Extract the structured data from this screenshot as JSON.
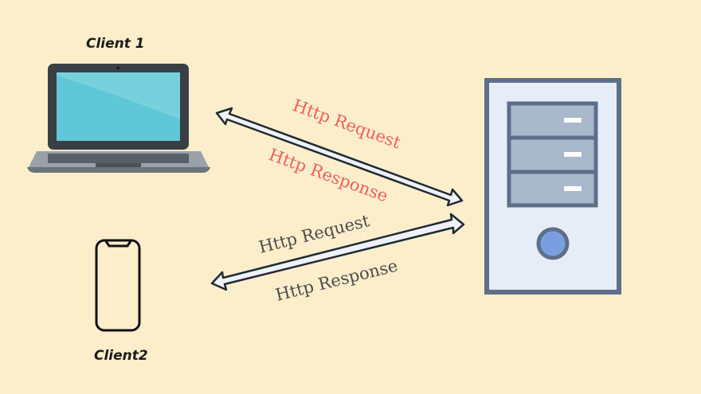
{
  "diagram": {
    "client1_label": "Client 1",
    "client2_label": "Client2",
    "arrow1": {
      "request_label": "Http Request",
      "response_label": "Http Response"
    },
    "arrow2": {
      "request_label": "Http Request",
      "response_label": "Http Response"
    }
  },
  "colors": {
    "background": "#fdeecb",
    "request_response_red": "#f0605c",
    "request_response_gray": "#4d4d4d",
    "server_outline": "#5d6f88",
    "server_body": "#e6edf6",
    "server_drive": "#aab8cc",
    "power_button": "#7a9fe0",
    "laptop_screen": "#5fc7d5",
    "arrow_fill": "#eef1f6",
    "arrow_stroke": "#1f2a33"
  },
  "icons": [
    "laptop-icon",
    "smartphone-icon",
    "server-tower-icon",
    "double-arrow-icon"
  ]
}
